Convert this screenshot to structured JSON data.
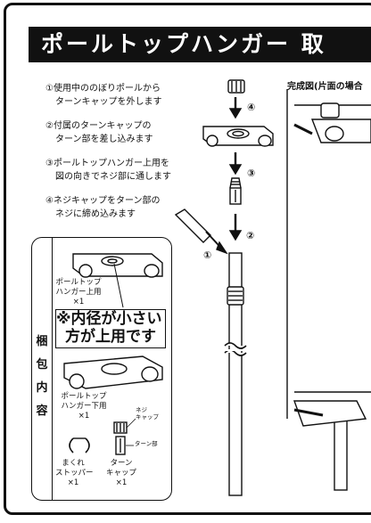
{
  "title": "ポールトップハンガー 取",
  "steps": [
    {
      "line1": "①使用中ののぼりポールから",
      "line2": "ターンキャップを外します"
    },
    {
      "line1": "②付属のターンキャップの",
      "line2": "ターン部を差し込みます"
    },
    {
      "line1": "③ポールトップハンガー上用を",
      "line2": "図の向きでネジ部に通します"
    },
    {
      "line1": "④ネジキャップをターン部の",
      "line2": "ネジに締め込みます"
    }
  ],
  "complete_label": "完成図(片面の場合",
  "step_markers": [
    "④",
    "③",
    "②",
    "①"
  ],
  "contents": {
    "title": [
      "梱",
      "包",
      "内",
      "容"
    ],
    "upper_name": [
      "ポールトップ",
      "ハンガー上用",
      "×1"
    ],
    "note": [
      "※内径が小さい",
      "方が上用です"
    ],
    "lower_name": [
      "ポールトップ",
      "ハンガー下用",
      "×1"
    ],
    "neji_cap": [
      "ネジ",
      "キャップ"
    ],
    "turn_part": "ターン部",
    "stopper": [
      "まくれ",
      "ストッパー",
      "×1"
    ],
    "turn_cap": [
      "ターン",
      "キャップ",
      "×1"
    ]
  }
}
